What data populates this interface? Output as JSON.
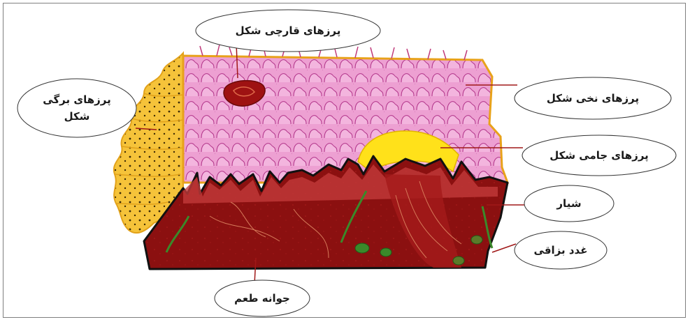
{
  "labels": {
    "fungiform": "پرزهای قارچی شکل",
    "foliate_line1": "پرزهای برگی",
    "foliate_line2": "شکل",
    "filiform": "پرزهای نخی شکل",
    "circumvallate": "پرزهای جامی شکل",
    "groove": "شیار",
    "salivary_gland": "غدد بزاقی",
    "taste_bud": "جوانه طعم"
  },
  "colors": {
    "epithelium_pink": "#e889c8",
    "tissue_dark_red": "#8b1010",
    "tissue_mid_red": "#b82828",
    "foliate_yellow": "#f5c33a",
    "circumvallate_yellow": "#ffe11a",
    "outline_black": "#111111",
    "gland_green": "#3a8a2a",
    "leader_red": "#a01818"
  }
}
